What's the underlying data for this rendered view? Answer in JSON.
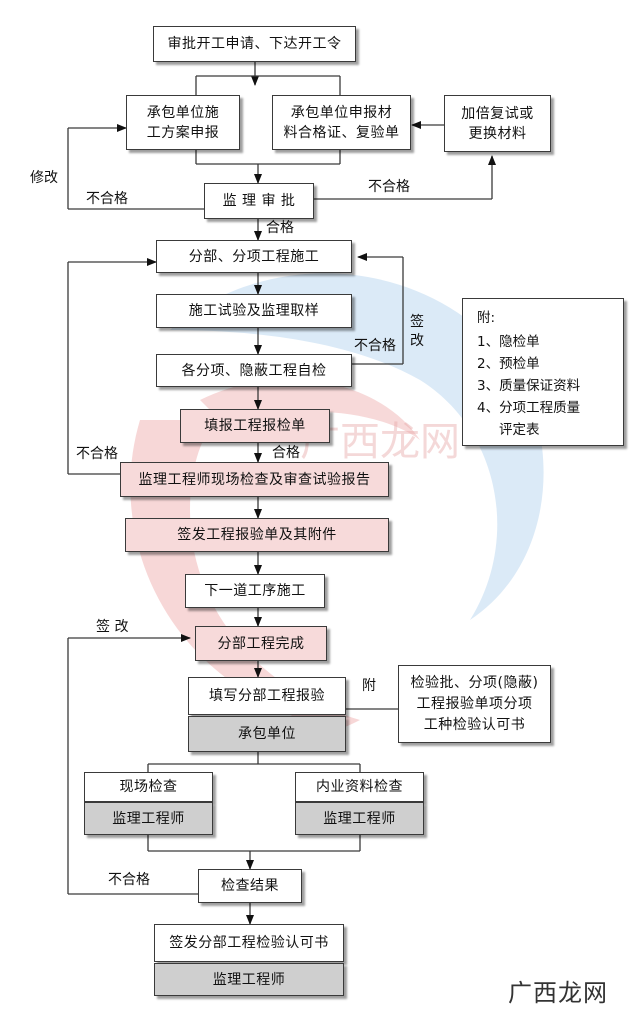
{
  "boxes": {
    "b01": "审批开工申请、下达开工令",
    "b02": "承包单位施\n工方案申报",
    "b03": "承包单位申报材\n料合格证、复验单",
    "b04": "加倍复试或\n更换材料",
    "b05": "监 理 审 批",
    "b06": "分部、分项工程施工",
    "b07": "施工试验及监理取样",
    "b08": "各分项、隐蔽工程自检",
    "b09": "填报工程报检单",
    "b10": "监理工程师现场检查及审查试验报告",
    "b11": "签发工程报验单及其附件",
    "b12": "下一道工序施工",
    "b13": "分部工程完成",
    "b14": "填写分部工程报验",
    "b15": "承包单位",
    "b16": "检验批、分项(隐蔽)\n工程报验单项分项\n工种检验认可书",
    "b17": "现场检查",
    "b18": "监理工程师",
    "b19": "内业资料检查",
    "b20": "监理工程师",
    "b21": "检查结果",
    "b22": "签发分部工程检验认可书",
    "b23": "监理工程师"
  },
  "labels": {
    "modify": "修改",
    "fail1": "不合格",
    "fail2": "不合格",
    "pass1": "合格",
    "fail3": "不合格",
    "sign1": "签\n改",
    "fail4": "不合格",
    "pass2": "合格",
    "sign2": "签 改",
    "attach": "附",
    "fail5": "不合格"
  },
  "note": {
    "title": "附:",
    "items": [
      "1、隐检单",
      "2、预检单",
      "3、质量保证资料",
      "4、分项工程质量",
      "评定表"
    ]
  },
  "footer": "广西龙网",
  "colors": {
    "line": "#3a3a3a",
    "pink": "#f7dada",
    "gray": "#cfcfcf"
  }
}
